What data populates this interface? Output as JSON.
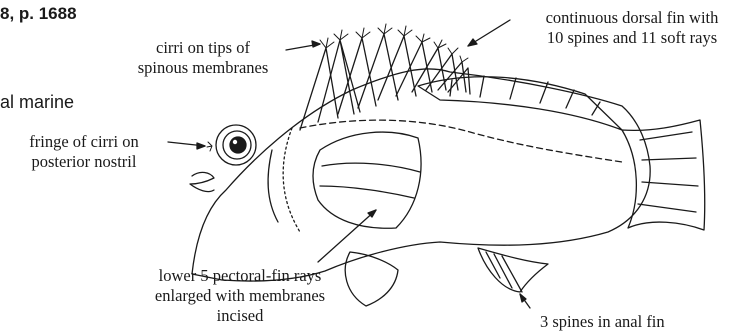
{
  "header": {
    "ref_fragment": "8, p. 1688",
    "habitat_fragment": "al marine"
  },
  "labels": {
    "cirri_tips": [
      "cirri on tips of",
      "spinous membranes"
    ],
    "dorsal_fin": [
      "continuous dorsal fin with",
      "10 spines and 11 soft rays"
    ],
    "nostril": [
      "fringe of cirri on",
      "posterior nostril"
    ],
    "pectoral": [
      "lower 5 pectoral-fin rays",
      "enlarged with membranes",
      "incised"
    ],
    "anal": "3 spines in anal fin"
  },
  "colors": {
    "ink": "#1a1a1a",
    "background": "#ffffff"
  }
}
